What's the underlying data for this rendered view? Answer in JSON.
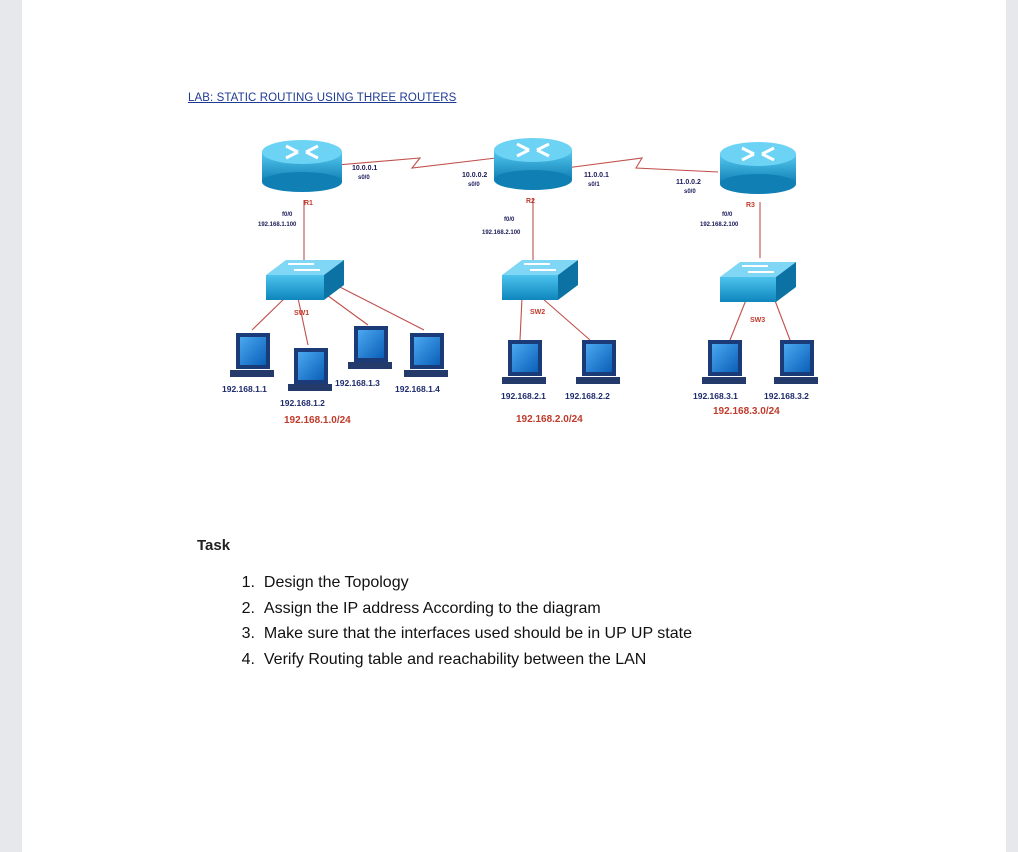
{
  "title": "LAB: STATIC ROUTING USING THREE ROUTERS",
  "topology": {
    "routers": [
      {
        "name": "R1",
        "serial_ip": "10.0.0.1",
        "serial_if": "s0/0",
        "fe_if": "f0/0",
        "fe_ip": "192.168.1.100"
      },
      {
        "name": "R2",
        "serial_left_ip": "10.0.0.2",
        "serial_left_if": "s0/0",
        "serial_right_ip": "11.0.0.1",
        "serial_right_if": "s0/1",
        "fe_if": "f0/0",
        "fe_ip": "192.168.2.100"
      },
      {
        "name": "R3",
        "serial_ip": "11.0.0.2",
        "serial_if": "s0/0",
        "fe_if": "f0/0",
        "fe_ip": "192.168.2.100"
      }
    ],
    "switches": [
      "SW1",
      "SW2",
      "SW3"
    ],
    "hosts": {
      "lan1": [
        "192.168.1.1",
        "192.168.1.2",
        "192.168.1.3",
        "192.168.1.4"
      ],
      "lan2": [
        "192.168.2.1",
        "192.168.2.2"
      ],
      "lan3": [
        "192.168.3.1",
        "192.168.3.2"
      ]
    },
    "networks": [
      "192.168.1.0/24",
      "192.168.2.0/24",
      "192.168.3.0/24"
    ]
  },
  "task": {
    "heading": "Task",
    "items": [
      {
        "num": "1.",
        "text": "Design the Topology"
      },
      {
        "num": "2.",
        "text": "Assign the IP address According to the diagram"
      },
      {
        "num": "3.",
        "text": "Make sure that the interfaces used should be in UP UP state"
      },
      {
        "num": "4.",
        "text": "Verify Routing table and reachability between the LAN"
      }
    ]
  },
  "colors": {
    "router": "#1aa7d6",
    "switch": "#1aa7d6",
    "link": "#c0504d",
    "network_label": "#c03a2b",
    "title": "#1f3a93"
  }
}
